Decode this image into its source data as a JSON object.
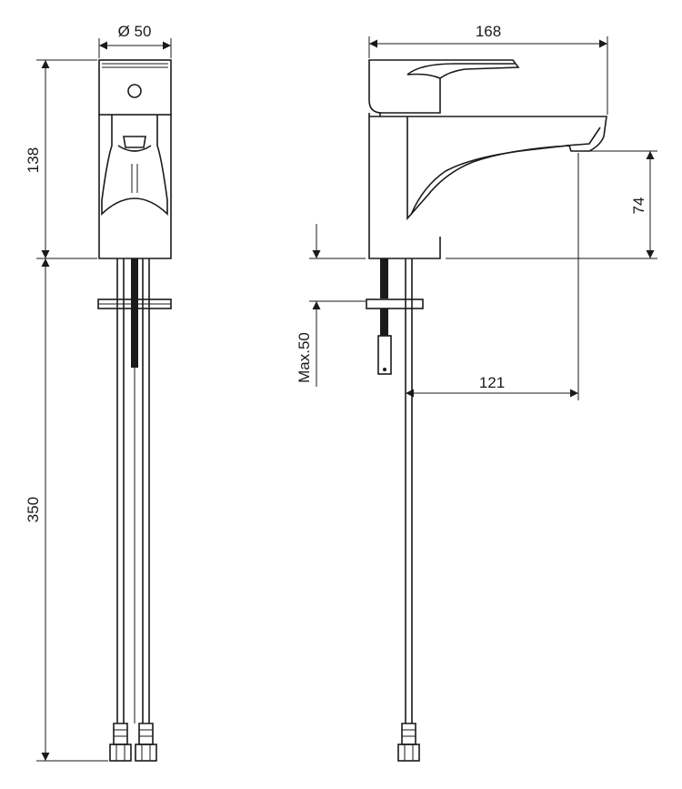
{
  "dimensions": {
    "diameter_top": "Ø 50",
    "total_width": "168",
    "body_height": "138",
    "spout_height": "74",
    "max_deck": "Max.50",
    "spout_reach": "121",
    "hose_length": "350"
  },
  "colors": {
    "line": "#1a1a1a",
    "background": "#ffffff"
  }
}
